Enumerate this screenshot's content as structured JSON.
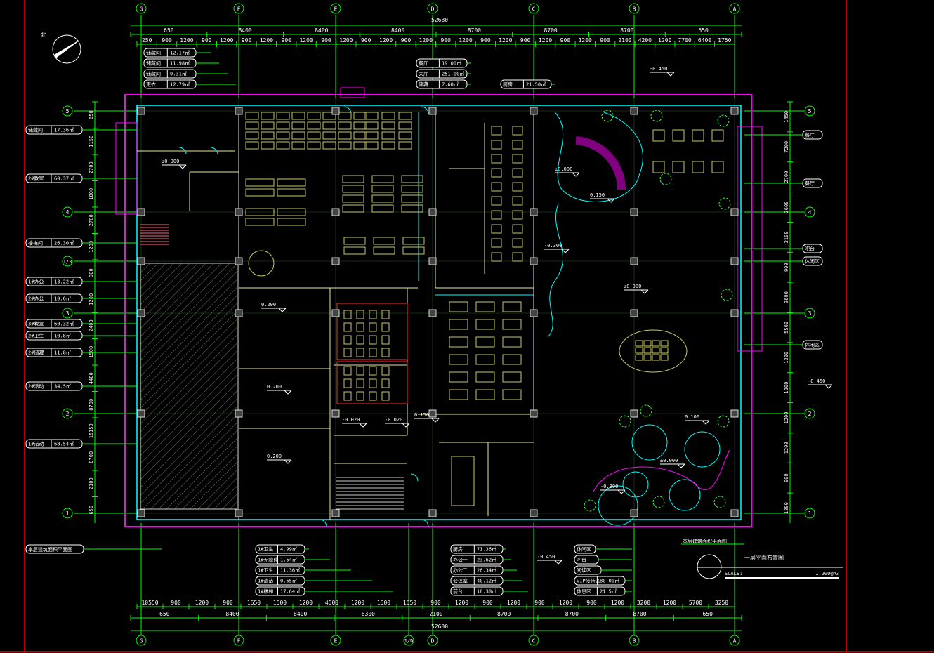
{
  "drawing": {
    "title": "一层平面布置图",
    "scale_label": "SCALE:",
    "scale_value": "1:200@A3",
    "north_label": "北",
    "note_label": "本层建筑面积平面图"
  },
  "colors": {
    "background": "#000000",
    "grid": "#00ff00",
    "outer_wall": "#ff00ff",
    "inner_wall": "#00ffff",
    "furniture": "#c8c864",
    "border": "#c00000",
    "text": "#ffffff"
  },
  "axes": {
    "columns": [
      "G",
      "F",
      "E",
      "D",
      "C",
      "B",
      "A"
    ],
    "bottom_extra_column": "1/D",
    "rows": [
      "5",
      "4",
      "1/3",
      "3",
      "2",
      "1"
    ]
  },
  "dimensions": {
    "top_total": "52680",
    "top_bays": [
      "650",
      "8400",
      "8400",
      "8400",
      "8700",
      "8700",
      "8700",
      "650"
    ],
    "top_detail": [
      "250",
      "900",
      "1200",
      "900",
      "1200",
      "900",
      "1200",
      "900",
      "1200",
      "900",
      "1200",
      "900",
      "1200",
      "900",
      "1200",
      "900",
      "1200",
      "900",
      "1200",
      "900",
      "1200",
      "900",
      "1200",
      "900",
      "2100",
      "4200",
      "1200",
      "7700",
      "6400",
      "1750"
    ],
    "bottom_detail": [
      "10550",
      "900",
      "1200",
      "900",
      "1650",
      "1500",
      "1200",
      "4500",
      "1200",
      "1500",
      "1650",
      "900",
      "1200",
      "900",
      "1200",
      "900",
      "1200",
      "900",
      "1200",
      "3200",
      "1200",
      "5700",
      "3250"
    ],
    "bottom_bays": [
      "650",
      "8400",
      "8400",
      "6300",
      "2100",
      "8700",
      "8700",
      "8700",
      "650"
    ],
    "bottom_total": "52600",
    "left": [
      "650",
      "1150",
      "2700",
      "1800",
      "2700",
      "1200",
      "900",
      "1200",
      "2400",
      "1500",
      "4400",
      "8700",
      "15150",
      "8700",
      "2100",
      "650"
    ],
    "right": [
      "1450",
      "7200",
      "2700",
      "3600",
      "2100",
      "900",
      "3600",
      "5500",
      "1200",
      "1200",
      "1200",
      "1200",
      "900",
      "1300"
    ]
  },
  "area_tags": {
    "top_left": [
      {
        "label": "储藏间",
        "value": "12.17㎡"
      },
      {
        "label": "储藏间",
        "value": "11.98㎡"
      },
      {
        "label": "储藏间",
        "value": "9.31㎡"
      },
      {
        "label": "更衣",
        "value": "12.79㎡"
      }
    ],
    "top_mid": [
      {
        "label": "餐厅",
        "value": "19.00㎡"
      },
      {
        "label": "大厅",
        "value": "251.00㎡"
      },
      {
        "label": "储藏",
        "value": "7.60㎡"
      }
    ],
    "top_right": [
      {
        "label": "厨房",
        "value": "21.50㎡"
      }
    ],
    "left": [
      {
        "label": "储藏间",
        "value": "17.36㎡"
      },
      {
        "label": "2#教室",
        "value": "60.37㎡"
      },
      {
        "label": "楼梯间",
        "value": "26.30㎡"
      },
      {
        "label": "1#办公",
        "value": "13.22㎡"
      },
      {
        "label": "2#办公",
        "value": "10.6㎡"
      },
      {
        "label": "3#教室",
        "value": "60.32㎡"
      },
      {
        "label": "2#卫生",
        "value": "10.8㎡"
      },
      {
        "label": "2#储藏",
        "value": "11.8㎡"
      },
      {
        "label": "2#活动",
        "value": "34.5㎡"
      },
      {
        "label": "1#活动",
        "value": "68.54㎡"
      }
    ],
    "bottom_a": [
      {
        "label": "1#卫生",
        "value": "4.99㎡"
      },
      {
        "label": "1#无障碍",
        "value": "1.54㎡"
      },
      {
        "label": "1#卫生",
        "value": "11.36㎡"
      },
      {
        "label": "1#清洁",
        "value": "0.55㎡"
      },
      {
        "label": "1#楼梯",
        "value": "17.64㎡"
      }
    ],
    "bottom_b": [
      {
        "label": "厨房",
        "value": "71.36㎡"
      },
      {
        "label": "办公一",
        "value": "23.62㎡"
      },
      {
        "label": "办公二",
        "value": "26.34㎡"
      },
      {
        "label": "会议室",
        "value": "40.12㎡"
      },
      {
        "label": "前台",
        "value": "18.38㎡"
      }
    ],
    "bottom_c": [
      {
        "label": "休闲区",
        "value": ""
      },
      {
        "label": "吧台",
        "value": ""
      },
      {
        "label": "阅读区",
        "value": ""
      },
      {
        "label": "VIP接待区",
        "value": "80.00㎡"
      },
      {
        "label": "休息区",
        "value": "21.5㎡"
      }
    ],
    "right": [
      "餐厅",
      "餐厅",
      "吧台",
      "休闲区",
      "休闲区"
    ],
    "bottom_long": "本层建筑面积平面图"
  },
  "levels": [
    "-0.450",
    "±0.000",
    "±0.000",
    "0.200",
    "0.200",
    "0.200",
    "-0.300",
    "0.150",
    "0.150",
    "-0.020",
    "-0.020",
    "±0.000",
    "-0.450",
    "-0.450",
    "±0.000",
    "0.100",
    "-0.300"
  ]
}
